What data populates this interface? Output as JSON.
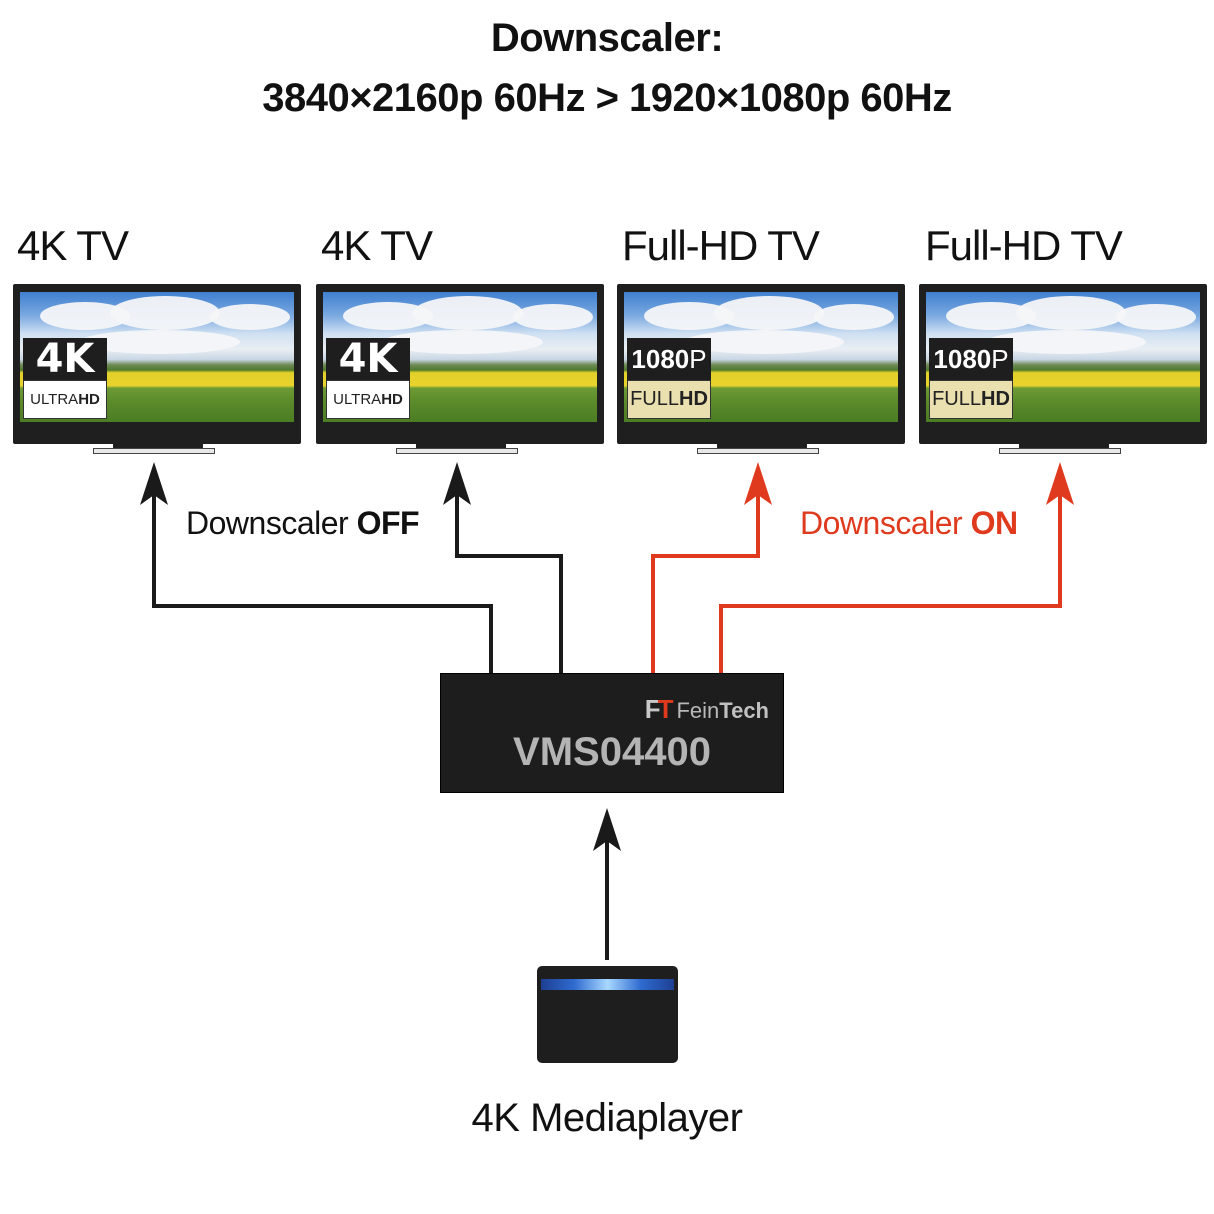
{
  "title": {
    "line1": "Downscaler:",
    "line2": "3840×2160p 60Hz > 1920×1080p 60Hz"
  },
  "tvs": [
    {
      "label": "4K TV",
      "badge_top": "4K",
      "badge_bottom_light": "ULTRA",
      "badge_bottom_bold": "HD"
    },
    {
      "label": "4K TV",
      "badge_top": "4K",
      "badge_bottom_light": "ULTRA",
      "badge_bottom_bold": "HD"
    },
    {
      "label": "Full-HD TV",
      "badge_top_bold": "1080",
      "badge_top_light": "P",
      "badge_bottom_light": "FULL",
      "badge_bottom_bold": "HD"
    },
    {
      "label": "Full-HD TV",
      "badge_top_bold": "1080",
      "badge_top_light": "P",
      "badge_bottom_light": "FULL",
      "badge_bottom_bold": "HD"
    }
  ],
  "labels": {
    "off_prefix": "Downscaler ",
    "off_state": "OFF",
    "on_prefix": "Downscaler ",
    "on_state": "ON"
  },
  "device": {
    "brand_ft_f": "F",
    "brand_ft_t": "T",
    "brand_light": "Fein",
    "brand_bold": "Tech",
    "model": "VMS04400"
  },
  "source": {
    "label": "4K Mediaplayer"
  },
  "colors": {
    "off_line": "#1a1a1a",
    "on_line": "#e03a1e"
  }
}
